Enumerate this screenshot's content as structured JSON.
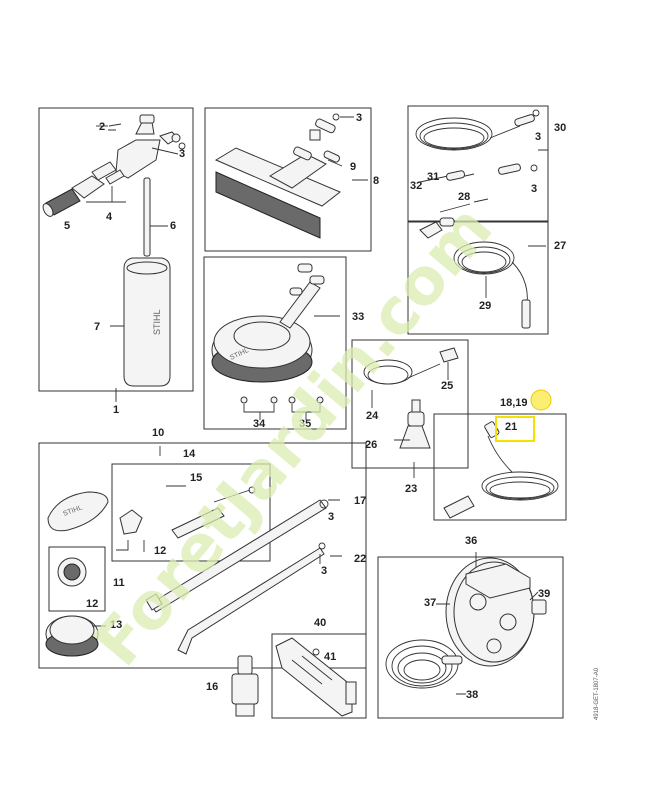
{
  "diagram": {
    "labels": {
      "l1": "1",
      "l2": "2",
      "l3a": "3",
      "l4": "4",
      "l5": "5",
      "l6": "6",
      "l7": "7",
      "l8": "8",
      "l3b": "3",
      "l9": "9",
      "l30": "30",
      "l3c": "3",
      "l31": "31",
      "l32": "32",
      "l3d": "3",
      "l28": "28",
      "l27": "27",
      "l29": "29",
      "l33": "33",
      "l34": "34",
      "l35": "35",
      "l24": "24",
      "l25": "25",
      "l26": "26",
      "l23": "23",
      "l1819": "18,19",
      "l21": "21",
      "l10": "10",
      "l14": "14",
      "l15": "15",
      "l12a": "12",
      "l17": "17",
      "l3e": "3",
      "l22": "22",
      "l3f": "3",
      "l11": "11",
      "l12b": "12",
      "l13": "13",
      "l40": "40",
      "l41": "41",
      "l16": "16",
      "l36": "36",
      "l37": "37",
      "l39": "39",
      "l38": "38"
    },
    "brand_text": "STIHL",
    "watermark": "ForetJardin.com",
    "code": "4918-GET-1807-A0",
    "highlight_color": "#f5e100",
    "watermark_color": "#d9ecb0"
  }
}
